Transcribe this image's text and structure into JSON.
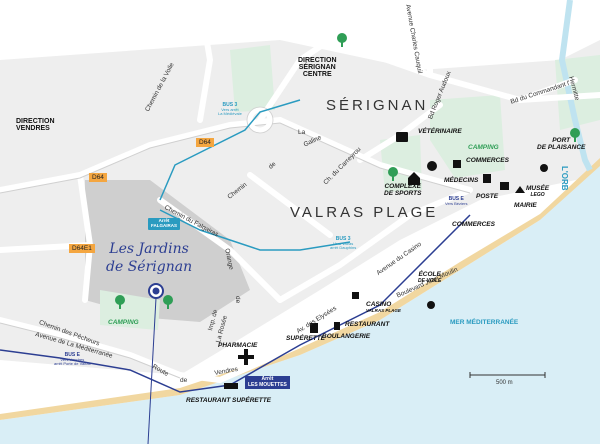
{
  "directions": {
    "vendres": "DIRECTION VENDRES",
    "serignan_centre_1": "DIRECTION",
    "serignan_centre_2": "SÉRIGNAN",
    "serignan_centre_3": "CENTRE"
  },
  "towns": {
    "serignan": "SÉRIGNAN",
    "valras": "VALRAS PLAGE"
  },
  "roads": {
    "d64_a": "D64",
    "d64_b": "D64",
    "d64e1": "D64E1"
  },
  "streets": {
    "chemin_voile": "Chemin de la Voile",
    "av_charles": "Avenue Charles Cauquil",
    "bd_commandant": "Bd du Commandant l'",
    "hermitte": "Hermitte",
    "bd_roger": "Bd Roger Audoux",
    "la_galine_1": "La",
    "la_galine_2": "Galine",
    "ch_carreyrou": "Ch. du Carreyrou",
    "chemin_de": "Chemin",
    "chemin_de2": "de",
    "chemin_falgairas": "Chemin du Falgairas",
    "orange": "Orange",
    "rue_de": "de",
    "impasse": "Imp. de",
    "impasse2": "La Rosée",
    "avenue_casino": "Avenue du Casino",
    "bd_jean_moulin": "Boulevard Jean Moulin",
    "av_elysees": "Av. des Elysées",
    "ch_pecheurs": "Chemin des Pêcheurs",
    "av_mediterranee": "Avenue de La Méditerranée",
    "route_vendres": "Route",
    "route_vendres2": "de",
    "route_vendres3": "Vendres"
  },
  "bus_labels": {
    "b1_title": "BUS 3",
    "b1_sub1": "Vers arrêt",
    "b1_sub2": "La Médiévale",
    "b2_title": "BUS 3",
    "b2_sub1": "Vers Valras",
    "b2_sub2": "arrêt Dauphins",
    "b3_title": "BUS E",
    "b3_sub1": "Vers Vendres",
    "b3_sub2": "arrêt Porte de Valras",
    "b4_title": "BUS E",
    "b4_sub": "Vers Béziers"
  },
  "stops": {
    "falgairas_1": "Arrêt",
    "falgairas_2": "FALGAIRAS",
    "mouettes_1": "Arrêt",
    "mouettes_2": "LES MOUETTES"
  },
  "pois": {
    "veterinaire": "VÉTÉRINAIRE",
    "camping_top": "CAMPING",
    "commerces_top": "COMMERCES",
    "port": "PORT",
    "port2": "DE PLAISANCE",
    "complexe": "COMPLEXE",
    "complexe2": "DE SPORTS",
    "medecins": "MÉDECINS",
    "poste": "POSTE",
    "mairie": "MAIRIE",
    "musee": "MUSÉE",
    "musee2": "LEGO",
    "commerces_mid": "COMMERCES",
    "ecole": "ÉCOLE",
    "ecole2": "DE VOILE",
    "casino": "CASINO",
    "casino2": "VALRAS PLAGE",
    "restaurant_mid": "RESTAURANT",
    "boulangerie": "BOULANGERIE",
    "superette_mid": "SUPÉRETTE",
    "pharmacie": "PHARMACIE",
    "restaurant_bottom": "RESTAURANT",
    "superette_bottom": "SUPÉRETTE",
    "camping_left": "CAMPING"
  },
  "site": {
    "line1": "Les Jardins",
    "line2": "de Sérignan"
  },
  "water": {
    "sea": "MER MÉDITERRANÉE",
    "river": "L'ORB"
  },
  "scale": "500 m",
  "colors": {
    "land": "#e6e6e6",
    "built": "#cfcfcf",
    "sand": "#f1d7a0",
    "sea": "#d9eef6",
    "green": "#dceee0",
    "bus_line": "#2a9bc0",
    "bus_e_line": "#2c3e92",
    "badge": "#f4a640"
  }
}
